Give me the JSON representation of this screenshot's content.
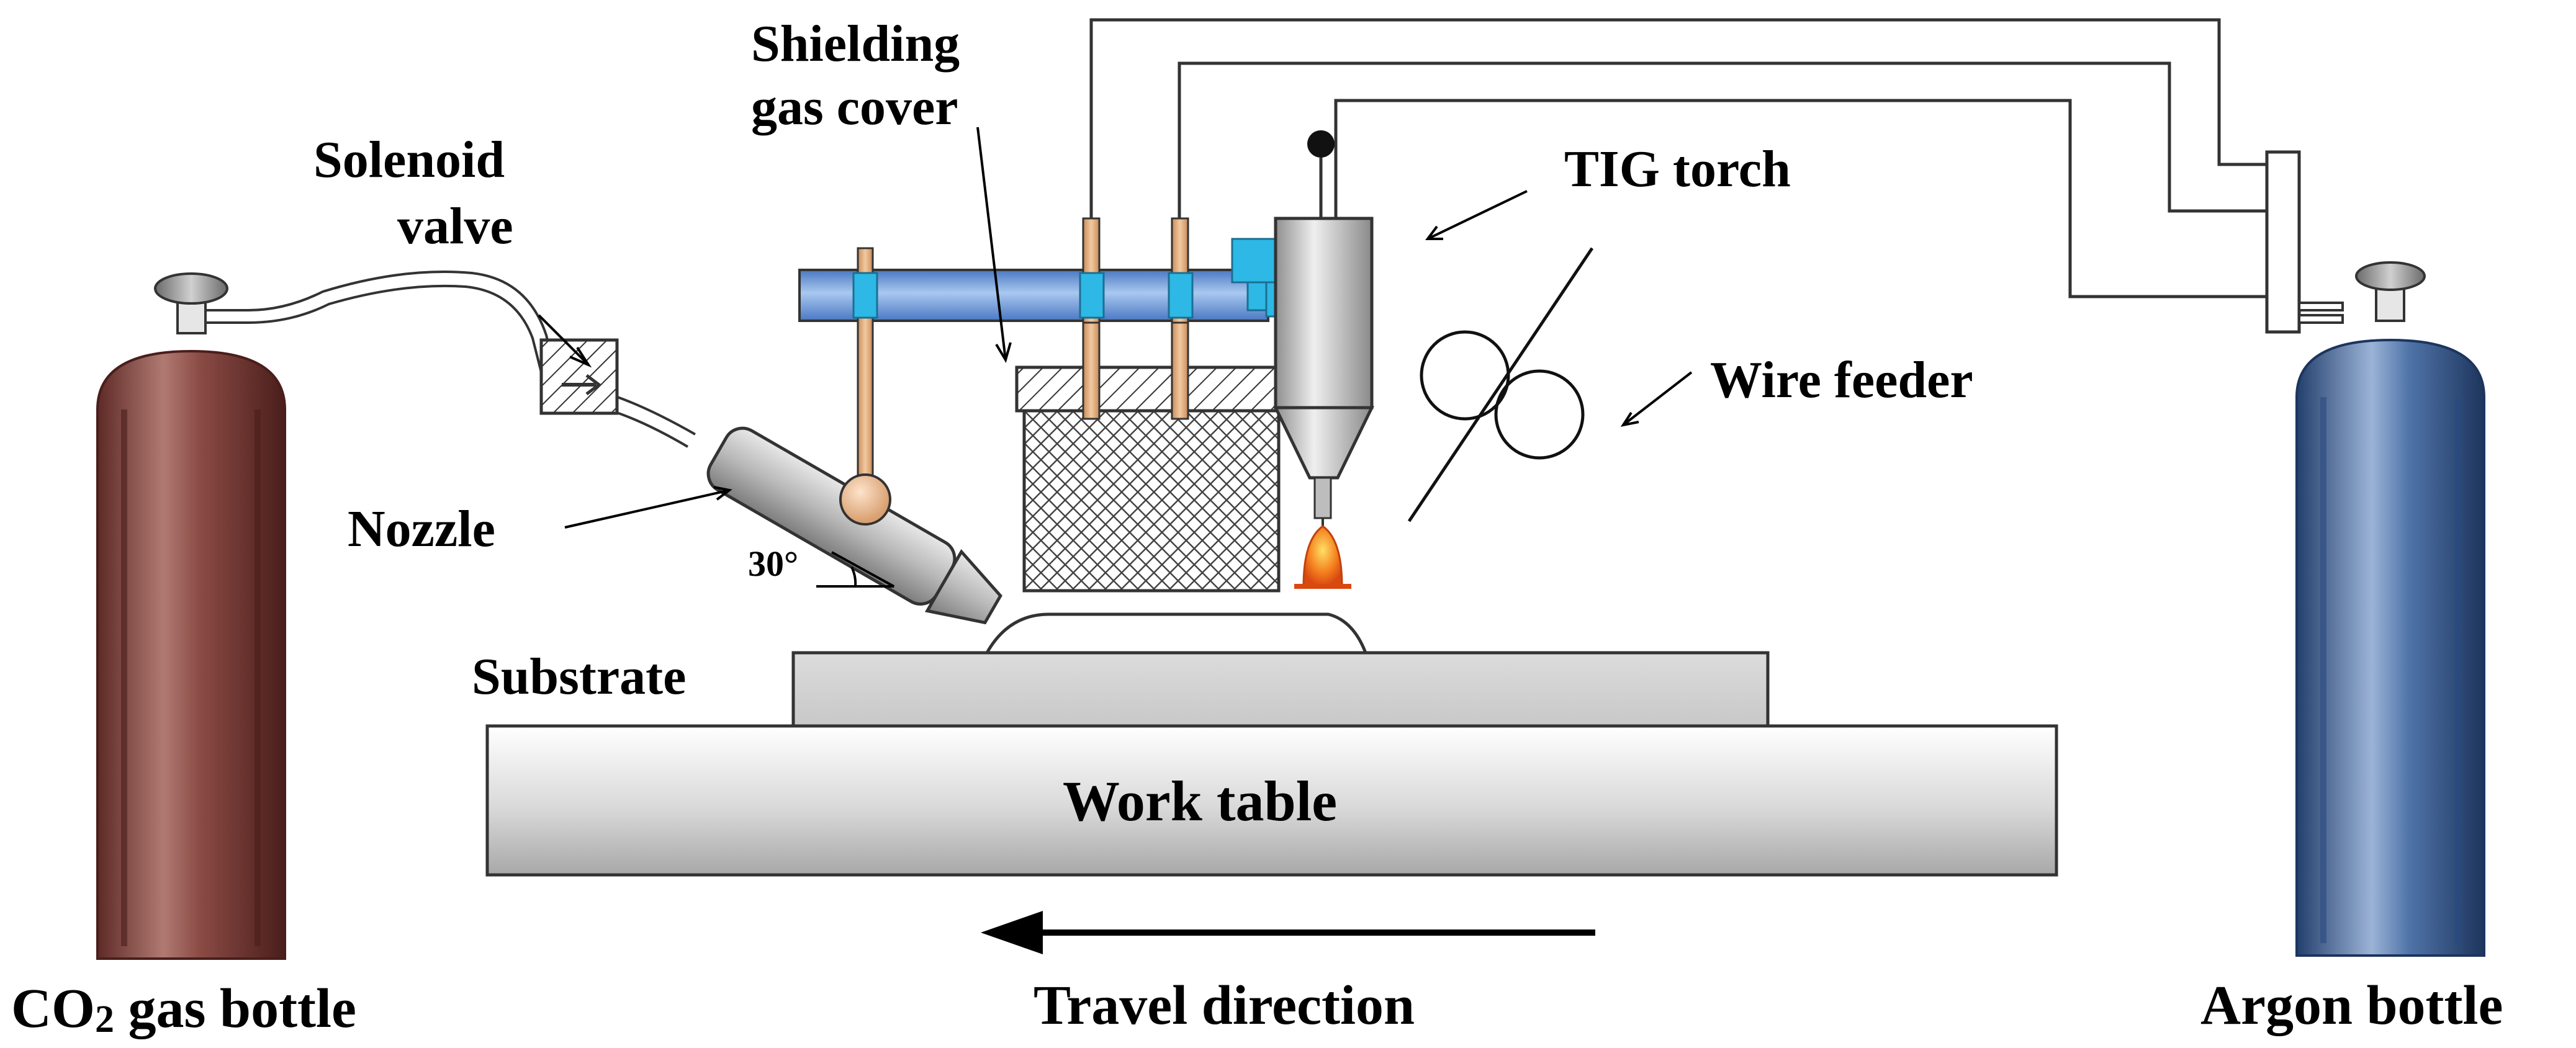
{
  "labels": {
    "solenoid_line1": "Solenoid",
    "solenoid_line2": "valve",
    "shielding_line1": "Shielding",
    "shielding_line2": "gas cover",
    "tig_torch": "TIG torch",
    "wire_feeder": "Wire feeder",
    "nozzle": "Nozzle",
    "angle": "30°",
    "substrate": "Substrate",
    "work_table": "Work table",
    "co2_main": "CO",
    "co2_sub": "2",
    "co2_rest": " gas bottle",
    "argon_bottle": "Argon bottle",
    "travel_direction": "Travel direction"
  },
  "colors": {
    "co2_bottle": "#8a4a44",
    "argon_bottle": "#3d5f93",
    "rod_blue": "#7aa6e0",
    "clamp_cyan": "#2db8e6",
    "post_tan": "#e3b48a",
    "flame_orange": "#f58220"
  }
}
